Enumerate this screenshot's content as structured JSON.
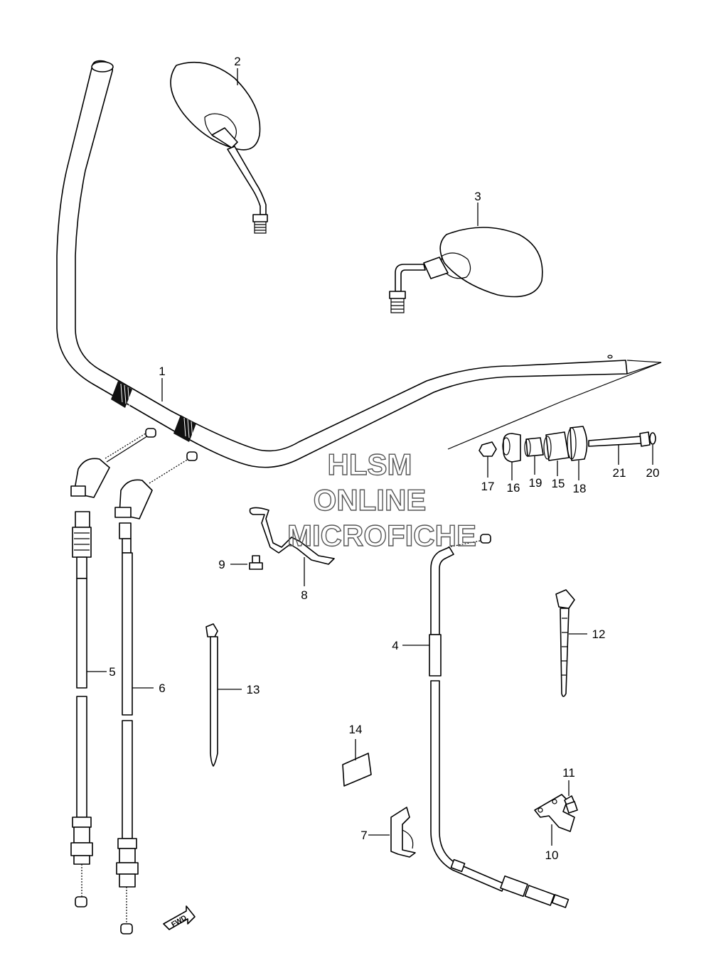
{
  "watermark": {
    "line1": "HLSM",
    "line2": "ONLINE",
    "line3": "MICROFICHE"
  },
  "fwd_arrow_text": "FWD",
  "callouts": [
    {
      "id": "1",
      "text": "1"
    },
    {
      "id": "2",
      "text": "2"
    },
    {
      "id": "3",
      "text": "3"
    },
    {
      "id": "4",
      "text": "4"
    },
    {
      "id": "5",
      "text": "5"
    },
    {
      "id": "6",
      "text": "6"
    },
    {
      "id": "7",
      "text": "7"
    },
    {
      "id": "8",
      "text": "8"
    },
    {
      "id": "9",
      "text": "9"
    },
    {
      "id": "10",
      "text": "10"
    },
    {
      "id": "11",
      "text": "11"
    },
    {
      "id": "12",
      "text": "12"
    },
    {
      "id": "13",
      "text": "13"
    },
    {
      "id": "14",
      "text": "14"
    },
    {
      "id": "15",
      "text": "15"
    },
    {
      "id": "16",
      "text": "16"
    },
    {
      "id": "17",
      "text": "17"
    },
    {
      "id": "18",
      "text": "18"
    },
    {
      "id": "19",
      "text": "19"
    },
    {
      "id": "20",
      "text": "20"
    },
    {
      "id": "21",
      "text": "21"
    }
  ]
}
